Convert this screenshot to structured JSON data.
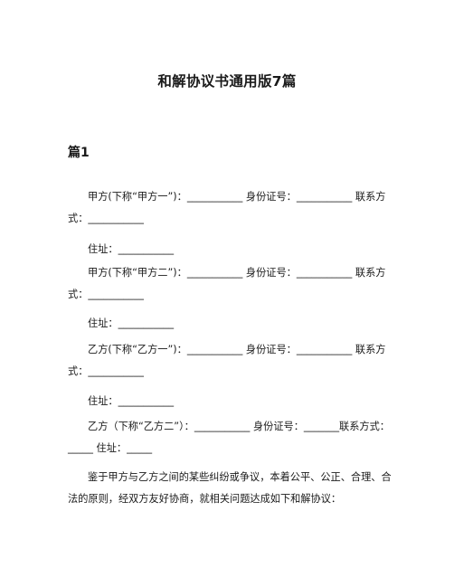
{
  "document": {
    "title": "和解协议书通用版7篇",
    "section_heading": "篇1",
    "paragraphs": [
      "甲方(下称“甲方一”)：___________ 身份证号：___________ 联系方式：___________",
      "住址：___________",
      "甲方(下称“甲方二”)：___________ 身份证号：___________ 联系方式：___________",
      "住址：___________",
      "乙方(下称“乙方一”)：___________ 身份证号：___________ 联系方式：___________",
      "住址：___________",
      "乙方（下称“乙方二”）：___________ 身份证号：_______联系方式：_____ 住址：_____",
      "鉴于甲方与乙方之间的某些纠纷或争议，本着公平、公正、合理、合法的原则，经双方友好协商，就相关问题达成如下和解协议："
    ]
  }
}
